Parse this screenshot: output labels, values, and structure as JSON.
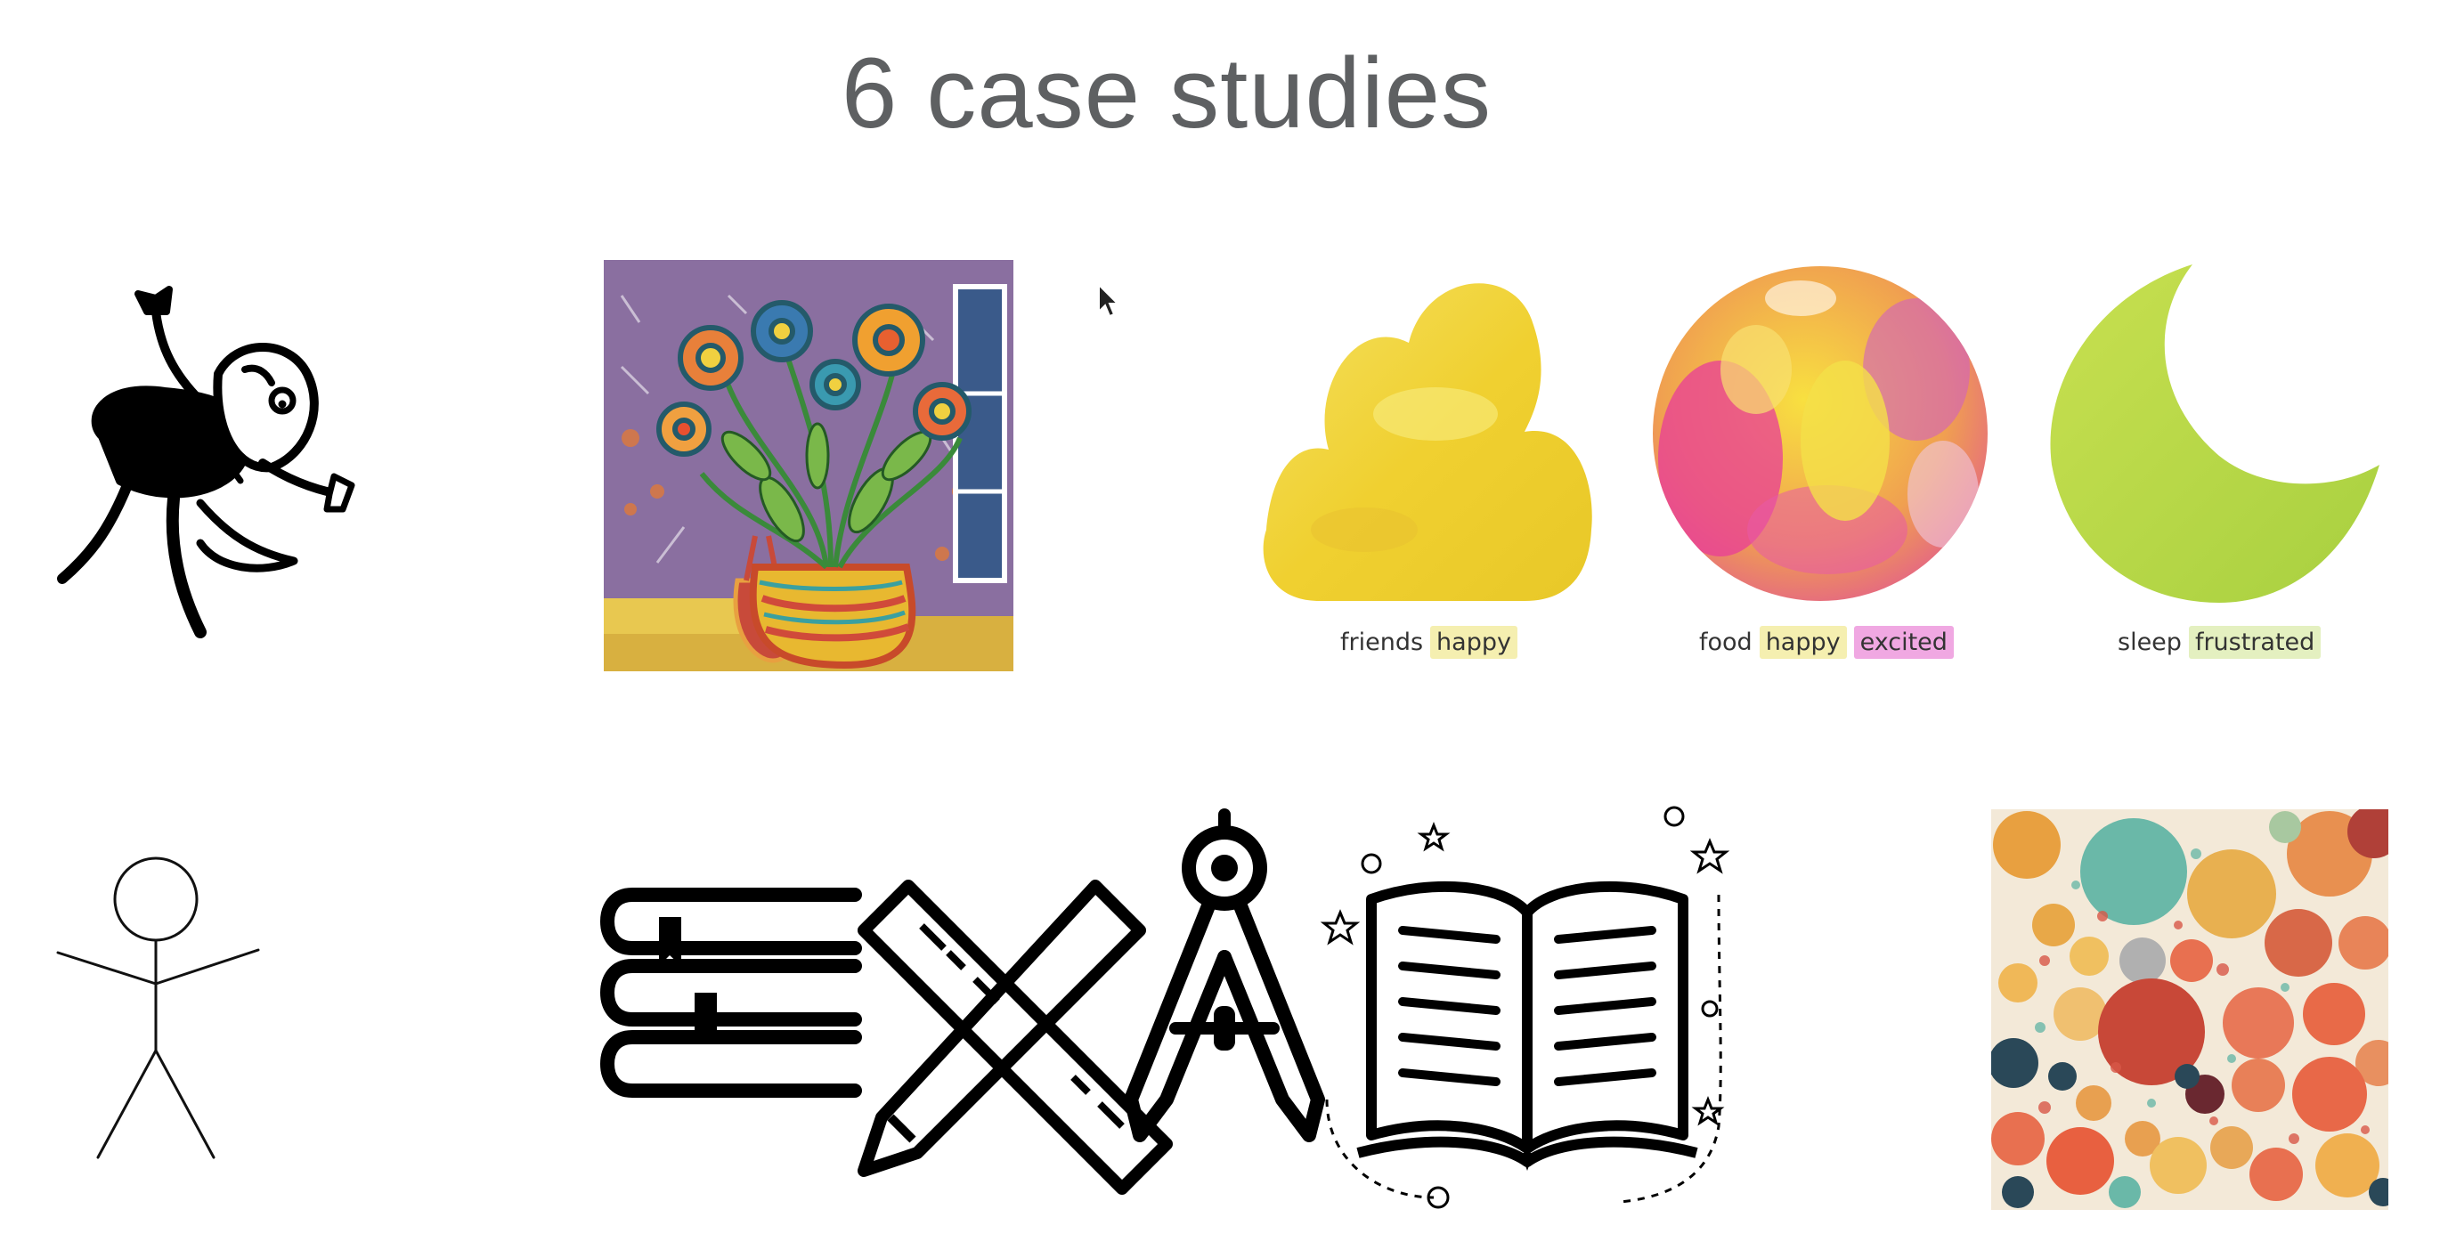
{
  "title": "6 case studies",
  "captions": [
    {
      "word": "friends",
      "tags": [
        {
          "text": "happy",
          "color": "#f5efb0"
        }
      ]
    },
    {
      "word": "food",
      "tags": [
        {
          "text": "happy",
          "color": "#f5efb0"
        },
        {
          "text": "excited",
          "color": "#f0a8e2"
        }
      ]
    },
    {
      "word": "sleep",
      "tags": [
        {
          "text": "frustrated",
          "color": "#e4f0c0"
        }
      ]
    }
  ],
  "images": [
    {
      "icon": "doodle-creature-icon"
    },
    {
      "icon": "flower-vase-painting"
    },
    {
      "icon": "yellow-cloud-blob"
    },
    {
      "icon": "colorful-sphere"
    },
    {
      "icon": "green-crescent-moon"
    },
    {
      "icon": "stick-figure-icon"
    },
    {
      "icon": "exam-logo"
    },
    {
      "icon": "circle-packing-artwork"
    }
  ],
  "colors": {
    "title": "#5e6062",
    "happy": "#f5efb0",
    "excited": "#f0a8e2",
    "frustrated": "#e4f0c0"
  }
}
